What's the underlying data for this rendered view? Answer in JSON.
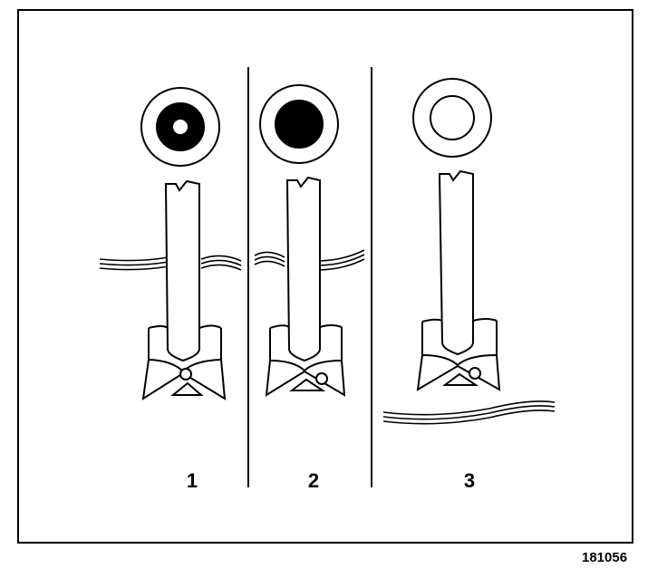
{
  "panels": [
    {
      "label": "1",
      "indicator": "ring-with-dot",
      "fluid_level": "high"
    },
    {
      "label": "2",
      "indicator": "solid-dark",
      "fluid_level": "high"
    },
    {
      "label": "3",
      "indicator": "clear",
      "fluid_level": "low"
    }
  ],
  "figure_id": "181056",
  "colors": {
    "ink": "#000000",
    "paper": "#ffffff"
  }
}
